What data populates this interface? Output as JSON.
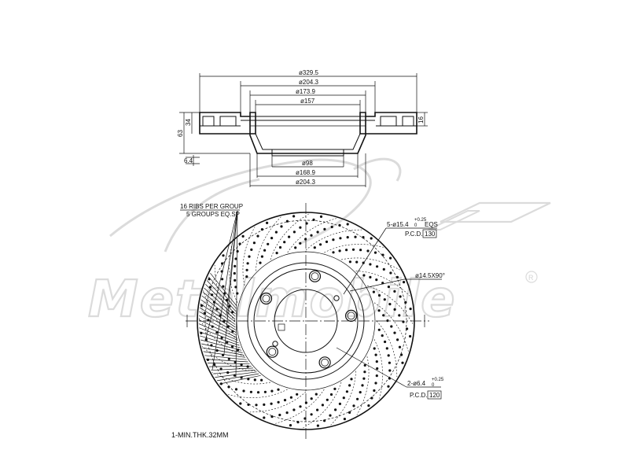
{
  "watermark": {
    "brand": "A.Metalmobile",
    "registered": "R"
  },
  "side_view": {
    "dims_top": [
      "ø329.5",
      "ø204.3",
      "ø173.9",
      "ø157"
    ],
    "dims_bottom": [
      "ø98",
      "ø168.9",
      "ø204.3"
    ],
    "height_total": "63",
    "height_hub": "34",
    "thickness": "16",
    "offset": "6.4"
  },
  "front_view": {
    "rib_note_line1": "16 RIBS PER GROUP",
    "rib_note_line2": "5 GROUPS EQ.SP",
    "bolt_holes": "5-ø15.4",
    "bolt_holes_tol_upper": "+0.25",
    "bolt_holes_tol_lower": "0",
    "bolt_holes_suffix": "EQS",
    "pcd_label": "P.C.D.",
    "pcd_bolt": "130",
    "chamfer": "ø14.5X90°",
    "pin_holes": "2-ø6.4",
    "pin_holes_tol_upper": "+0.25",
    "pin_holes_tol_lower": "0",
    "pcd_pin": "120"
  },
  "footer_note": "1-MIN.THK.32MM"
}
